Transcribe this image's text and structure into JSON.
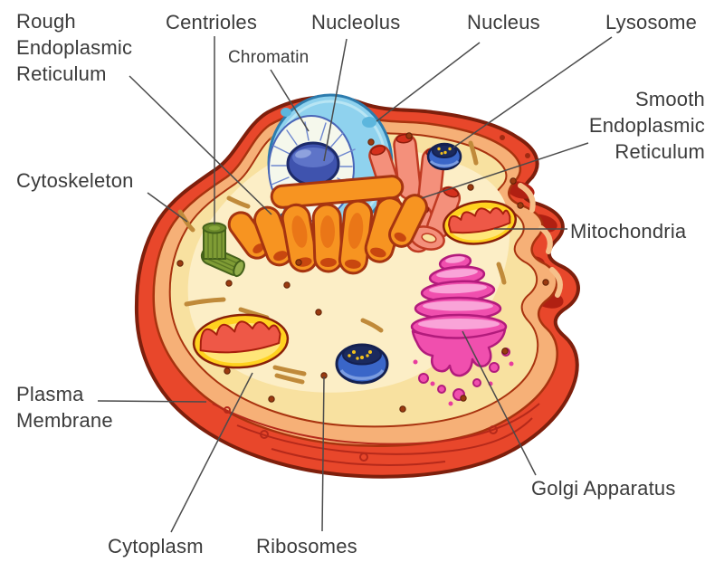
{
  "labels": {
    "rough_er": "Rough\nEndoplasmic\nReticulum",
    "centrioles": "Centrioles",
    "chromatin": "Chromatin",
    "nucleolus": "Nucleolus",
    "nucleus": "Nucleus",
    "lysosome": "Lysosome",
    "smooth_er": "Smooth\nEndoplasmic\nReticulum",
    "cytoskeleton": "Cytoskeleton",
    "mitochondria": "Mitochondria",
    "plasma_membrane": "Plasma\nMembrane",
    "golgi": "Golgi Apparatus",
    "cytoplasm": "Cytoplasm",
    "ribosomes": "Ribosomes"
  },
  "colors": {
    "membrane_red": "#e8472b",
    "membrane_outline": "#7e1f0c",
    "membrane_accent_dark": "#b02012",
    "inner_membrane_peach": "#f6b077",
    "cytoplasm": "#f8e1a0",
    "cytoplasm_light": "#fceec6",
    "nucleus_envelope": "#8fd2ee",
    "nucleus_envelope_edge": "#2d7cae",
    "nucleoplasm": "#f5f8ec",
    "chromatin_line": "#6e87cf",
    "nucleolus_blue": "#3f53ae",
    "rough_er_orange": "#f79421",
    "rough_er_outline": "#a63410",
    "smooth_er_salmon": "#f4907b",
    "smooth_er_red": "#d5301c",
    "lysosome_blue": "#3a66c8",
    "lysosome_navy": "#1b2a5e",
    "mitochondria_yellow": "#ffd21f",
    "cristae_red": "#ee5847",
    "golgi_pink": "#f04fae",
    "centriole_green": "#7f9c35",
    "ribosome_brown": "#9a3a10",
    "cytoskeleton_tan": "#c08a3a",
    "label_text": "#3b3b3b",
    "leader_line": "#4b4b4b"
  }
}
